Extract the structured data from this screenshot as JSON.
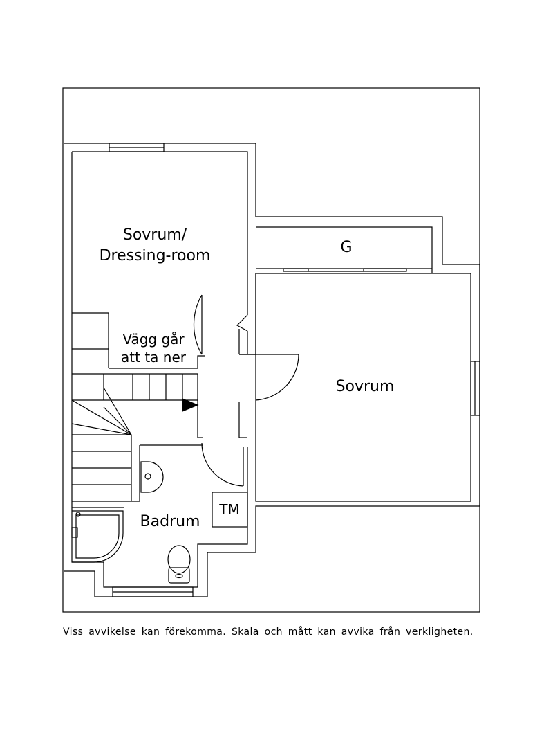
{
  "rooms": {
    "bedroom_dressing_line1": "Sovrum/",
    "bedroom_dressing_line2": "Dressing-room",
    "wardrobe": "G",
    "bedroom": "Sovrum",
    "bathroom": "Badrum",
    "technical_unit": "TM"
  },
  "notes": {
    "wall_removable_line1": "Vägg går",
    "wall_removable_line2": "att ta ner"
  },
  "disclaimer": "Viss avvikelse kan förekomma. Skala och mått kan avvika från verkligheten.",
  "colors": {
    "line": "#000000",
    "background": "#ffffff"
  }
}
